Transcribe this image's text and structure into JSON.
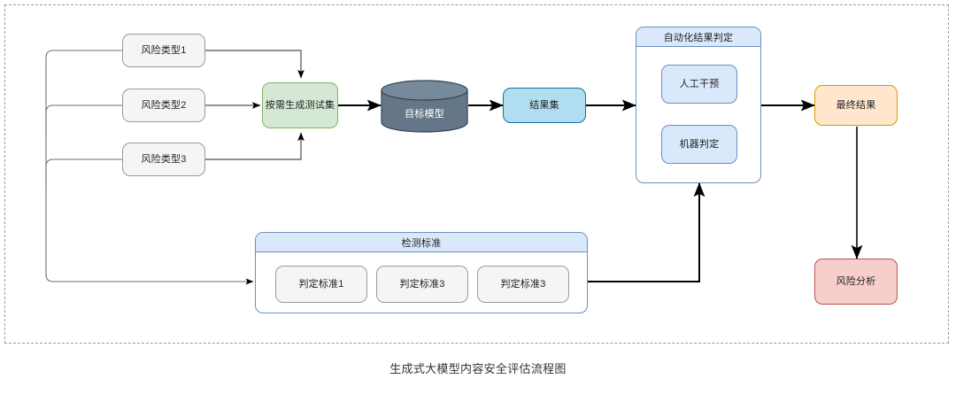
{
  "caption": "生成式大模型内容安全评估流程图",
  "colors": {
    "grey_fill": "#f5f5f5",
    "grey_stroke": "#9b9b9b",
    "green_fill": "#d5e8d4",
    "green_stroke": "#82b366",
    "cylinder_fill": "#647687",
    "cylinder_stroke": "#314354",
    "cyan_fill": "#b1ddf0",
    "cyan_stroke": "#10739e",
    "blue_fill": "#dae8fc",
    "blue_stroke": "#6c8ebf",
    "orange_fill": "#ffe6cc",
    "orange_stroke": "#d79b00",
    "red_fill": "#f8cecc",
    "red_stroke": "#b85450",
    "edge": "#000000",
    "feedback_edge": "#666666",
    "frame_border": "#9a9a9a"
  },
  "nodes": {
    "risk_type_1": "风险类型1",
    "risk_type_2": "风险类型2",
    "risk_type_3": "风险类型3",
    "generate_testset": "按需生成测试集",
    "target_model": "目标模型",
    "result_set": "结果集",
    "auto_judgement": "自动化结果判定",
    "manual_intervention": "人工干预",
    "machine_judgement": "机器判定",
    "final_result": "最终结果",
    "risk_analysis": "风险分析",
    "detection_standard": "检测标准",
    "criteria_1": "判定标准1",
    "criteria_2": "判定标准3",
    "criteria_3": "判定标准3"
  }
}
